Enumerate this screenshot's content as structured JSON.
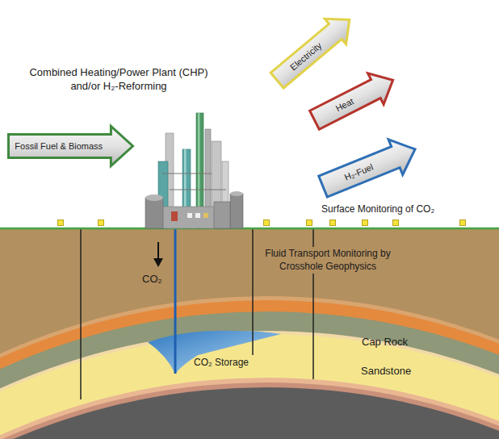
{
  "diagram": {
    "nodes": [
      {
        "text": [
          "Fossil Fuel & Biomass"
        ]
      },
      {
        "text": [
          "Electricity"
        ]
      },
      {
        "text": [
          "Heat"
        ]
      },
      {
        "text": [
          "H₂-Fuel"
        ]
      }
    ],
    "labels": [
      "Combined Heating/Power Plant (CHP) and/or H₂-Reforming",
      "Surface Monitoring of CO₂",
      "Fluid Transport Monitoring by Crosshole Geophysics",
      "CO₂",
      "CO₂ Storage",
      "Cap Rock",
      "Sandstone"
    ]
  }
}
